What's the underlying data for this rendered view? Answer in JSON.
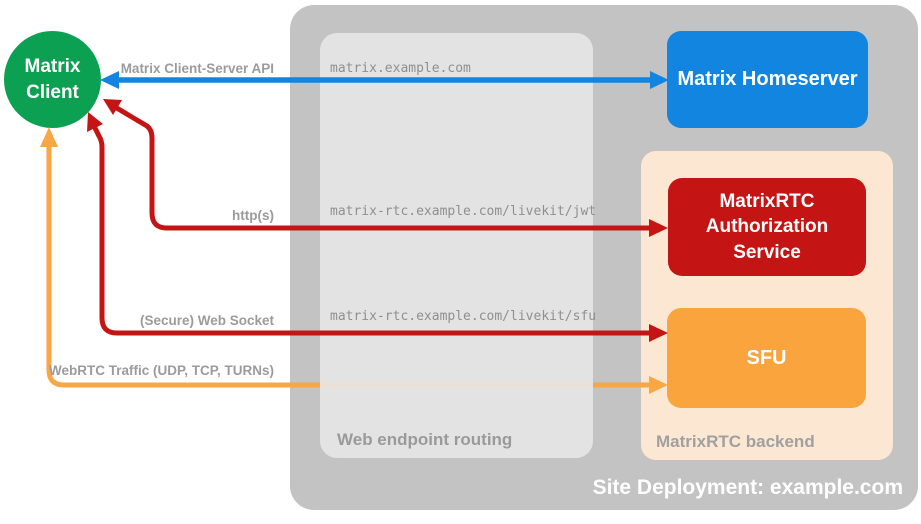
{
  "diagram": {
    "client": {
      "label": "Matrix Client",
      "color": "#0ca152"
    },
    "site_container": {
      "label": "Site Deployment: example.com",
      "color": "#c3c3c3"
    },
    "routing_container": {
      "label": "Web endpoint routing",
      "color": "rgba(231,231,231,0.90)"
    },
    "backend_container": {
      "label": "MatrixRTC backend",
      "color": "#fce8d2"
    },
    "homeserver": {
      "label": "Matrix Homeserver",
      "color": "#1285e0"
    },
    "auth_service": {
      "label": "MatrixRTC Authorization Service",
      "color": "#c51414"
    },
    "sfu": {
      "label": "SFU",
      "color": "#f9a43d"
    },
    "connections": {
      "client_server_api": {
        "label": "Matrix Client-Server API",
        "endpoint": "matrix.example.com",
        "color": "#1285e0"
      },
      "http_jwt": {
        "label": "http(s)",
        "endpoint": "matrix-rtc.example.com/livekit/jwt",
        "color": "#c51414"
      },
      "websocket_sfu": {
        "label": "(Secure) Web Socket",
        "endpoint": "matrix-rtc.example.com/livekit/sfu",
        "color": "#c51414"
      },
      "webrtc_traffic": {
        "label": "WebRTC Traffic (UDP, TCP, TURNs)",
        "color": "#f9a644"
      }
    }
  }
}
